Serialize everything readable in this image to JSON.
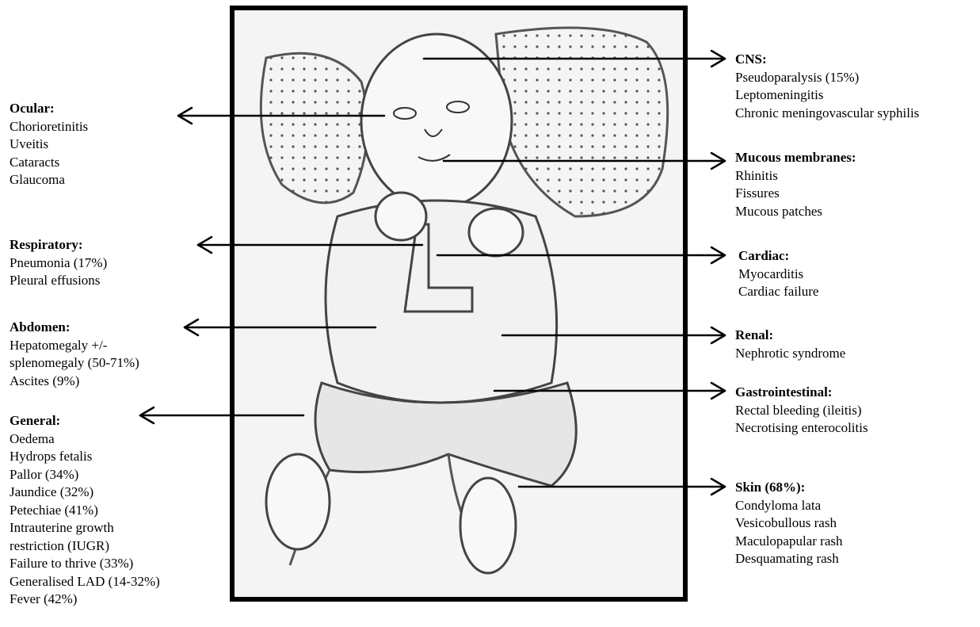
{
  "left_groups": [
    {
      "id": "ocular",
      "heading": "Ocular:",
      "items": [
        "Chorioretinitis",
        "Uveitis",
        "Cataracts",
        "Glaucoma"
      ]
    },
    {
      "id": "respiratory",
      "heading": "Respiratory:",
      "items": [
        "Pneumonia (17%)",
        "Pleural effusions"
      ]
    },
    {
      "id": "abdomen",
      "heading": "Abdomen:",
      "items": [
        "Hepatomegaly +/-",
        "splenomegaly (50-71%)",
        "Ascites (9%)"
      ]
    },
    {
      "id": "general",
      "heading": "General:",
      "items": [
        "Oedema",
        "Hydrops fetalis",
        "Pallor (34%)",
        "Jaundice (32%)",
        "Petechiae (41%)",
        "Intrauterine growth",
        "restriction (IUGR)",
        "Failure to thrive (33%)",
        "Generalised LAD (14-32%)",
        "Fever (42%)"
      ]
    }
  ],
  "right_groups": [
    {
      "id": "cns",
      "heading": "CNS:",
      "items": [
        "Pseudoparalysis (15%)",
        "Leptomeningitis",
        "Chronic meningovascular syphilis"
      ]
    },
    {
      "id": "mucous",
      "heading": "Mucous membranes:",
      "items": [
        "Rhinitis",
        "Fissures",
        "Mucous patches"
      ]
    },
    {
      "id": "cardiac",
      "heading": "Cardiac:",
      "items": [
        "Myocarditis",
        "Cardiac failure"
      ]
    },
    {
      "id": "renal",
      "heading": "Renal:",
      "items": [
        "Nephrotic syndrome"
      ]
    },
    {
      "id": "gastro",
      "heading": "Gastrointestinal:",
      "items": [
        "Rectal bleeding (ileitis)",
        "Necrotising enterocolitis"
      ]
    },
    {
      "id": "skin",
      "heading": "Skin (68%):",
      "items": [
        "Condyloma lata",
        "Vesicobullous rash",
        "Maculopapular rash",
        "Desquamating rash"
      ]
    }
  ]
}
